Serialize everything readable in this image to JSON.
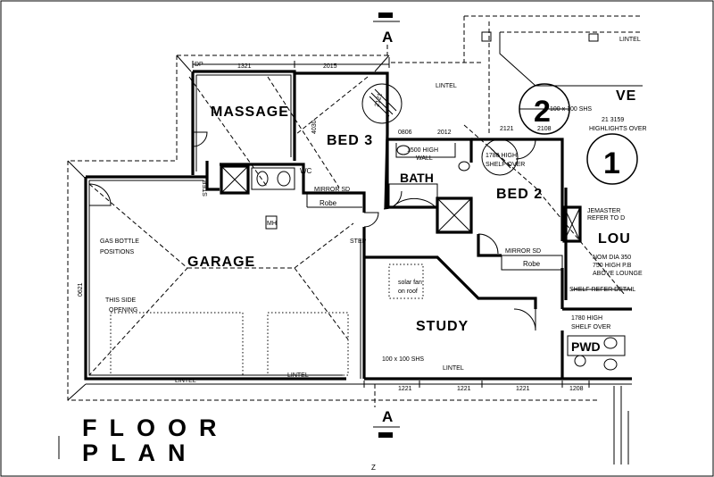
{
  "title": {
    "line1": "FLOOR",
    "line2": "PLAN"
  },
  "section_marker": {
    "top": "A",
    "bottom": "A"
  },
  "circle_markers": {
    "c1": "1",
    "c2": "2"
  },
  "rooms": {
    "massage": "MASSAGE",
    "bed3": "BED 3",
    "bath": "BATH",
    "bed2": "BED 2",
    "garage": "GARAGE",
    "study": "STUDY",
    "pwd": "PWD",
    "lounge": "LOU",
    "verandah": "VE",
    "wc": "WC"
  },
  "labels": {
    "robe1": "Robe",
    "robe2": "Robe",
    "mirror_sd_1": "MIRROR SD",
    "mirror_sd_2": "MIRROR SD",
    "step1": "STEP",
    "step2": "STEP",
    "mh": "MH",
    "gas_bottle_1": "GAS BOTTLE",
    "gas_bottle_2": "POSITIONS",
    "side_opening_1": "THIS SIDE",
    "side_opening_2": "OPENING",
    "shelf_over_1": "1780 HIGH",
    "shelf_over_2": "SHELF OVER",
    "shelf_bath_1": "1500 HIGH",
    "shelf_bath_2": "WALL",
    "study_shelf_1": "1780 HIGH",
    "study_shelf_2": "SHELF OVER",
    "solar_1": "solar fan",
    "solar_2": "on roof",
    "beam_study": "100 x 100 SHS",
    "beam_top": "100 x 100 SHS",
    "highlights": "HIGHLIGHTS OVER",
    "jemaster_1": "JEMASTER",
    "jemaster_2": "REFER TO D",
    "nom_1": "NOM DIA 350",
    "nom_2": "750 HIGH P.B",
    "nom_3": "ABOVE LOUNGE",
    "shelf_refer": "SHELF REFER DETAIL",
    "lintel_top": "LINTEL",
    "lintel_mid": "LINTEL",
    "lintel_bottom": "LINTEL",
    "lintel_right": "LINTEL",
    "lintel_garage": "LINTEL",
    "dp": "DP",
    "z": "Z"
  },
  "dimensions": {
    "d1321": "1321",
    "d2015": "2015",
    "d4030": "4030",
    "d2121": "2121",
    "d0806": "0806",
    "d2012": "2012",
    "d2121b": "2121",
    "d2108": "2108",
    "d3159": "21 3159",
    "d0621": "0621",
    "b1221a": "1221",
    "b1221b": "1221",
    "b1221c": "1221",
    "b1208": "1208"
  }
}
